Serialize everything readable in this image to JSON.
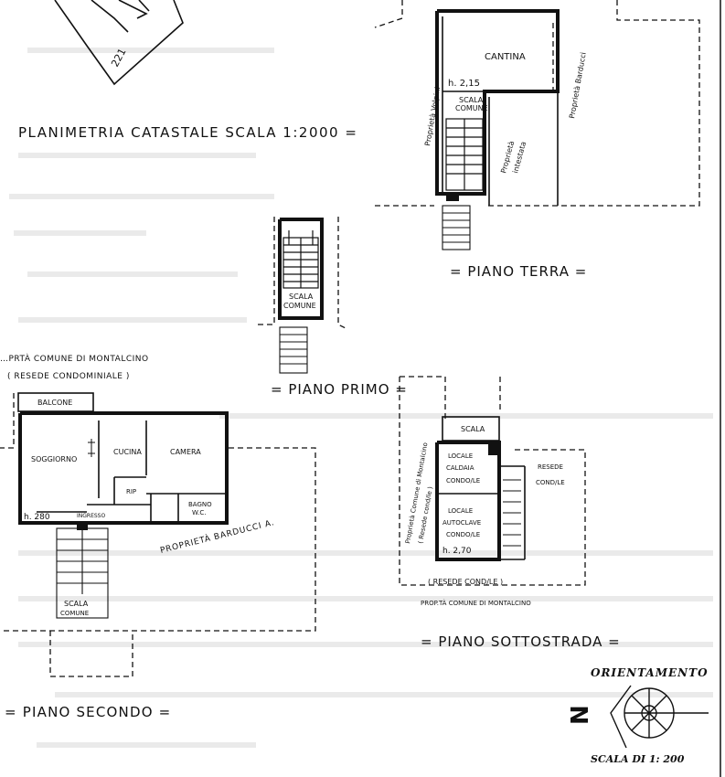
{
  "site_plan": {
    "title": "PLANIMETRIA CATASTALE SCALA 1:2000 =",
    "parcel": "221"
  },
  "ground_floor": {
    "label": "= PIANO TERRA =",
    "cellar": "CANTINA",
    "height": "h. 2,15",
    "stair": [
      "SCALA",
      "COMUNE"
    ],
    "owner_left": "Proprietà Volpini",
    "owner_right": "Proprietà Barducci",
    "owner_inner": [
      "Proprietà",
      "intestata"
    ]
  },
  "first_floor": {
    "label": "= PIANO PRIMO =",
    "stair": [
      "SCALA",
      "COMUNE"
    ]
  },
  "second_floor": {
    "label": "= PIANO SECONDO =",
    "top_note": "…PRTÀ COMUNE DI MONTALCINO",
    "top_note_sub": "( RESEDE CONDOMINIALE )",
    "balcony": "BALCONE",
    "living": "SOGGIORNO",
    "kitchen": "CUCINA",
    "bedroom": "CAMERA",
    "storage": "RIP",
    "entry": "INGRESSO",
    "bath": [
      "BAGNO",
      "W.C."
    ],
    "height": "h. 280",
    "owner": "PROPRIETÀ BARDUCCI A.",
    "stair": [
      "SCALA",
      "COMUNE"
    ]
  },
  "basement": {
    "label": "= PIANO SOTTOSTRADA =",
    "stair": "SCALA",
    "room1": [
      "LOCALE",
      "CALDAIA",
      "CONDO/LE"
    ],
    "room2": [
      "LOCALE",
      "AUTOCLAVE",
      "CONDO/LE"
    ],
    "height": "h. 2,70",
    "resede_right": [
      "RESEDE",
      "COND/LE"
    ],
    "resede_bottom": "( RESEDE COND/LE )",
    "owner_bottom": "PROP.TÀ COMUNE DI MONTALCINO",
    "owner_side": [
      "Proprietà Comune di Montalcino",
      "( Resede cond/le )"
    ]
  },
  "orientation": {
    "label": "ORIENTAMENTO",
    "north": "N",
    "scale": "SCALA DI 1: 200"
  }
}
